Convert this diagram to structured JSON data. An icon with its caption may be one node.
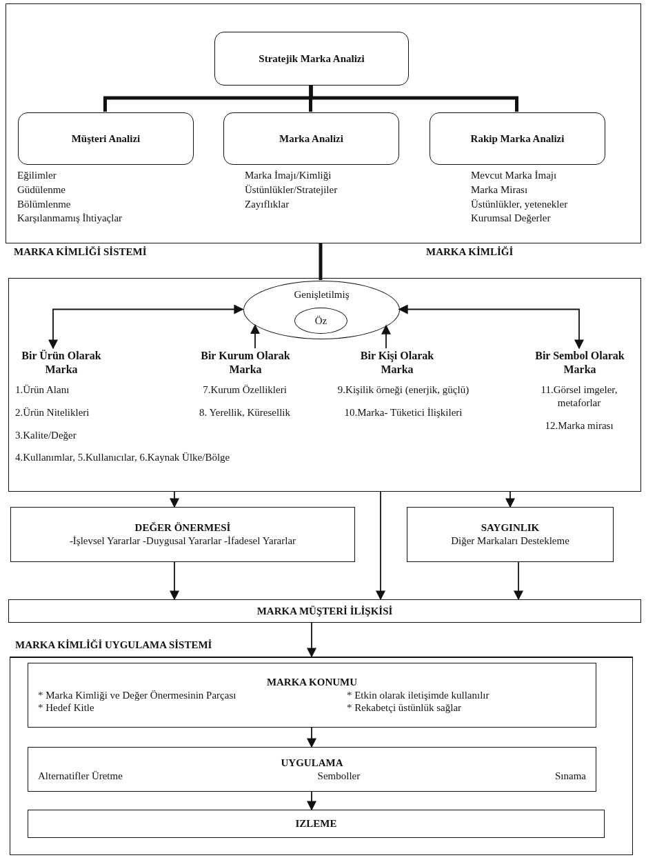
{
  "diagram": {
    "nodes": [
      {
        "text": [],
        "shape": "box"
      },
      {
        "text": [
          "Stratejik Marka Analizi"
        ],
        "in": 0
      },
      {
        "text": [
          "Müşteri Analizi"
        ],
        "in": 0,
        "beside": [
          "Eğilimler",
          "Güdülenme",
          "Bölümlenme",
          "Karşılanmamış İhtiyaçlar"
        ]
      },
      {
        "text": [
          "Marka Analizi"
        ],
        "in": 0,
        "beside": [
          "Marka İmajı/Kimliği",
          "Üstünlükler/Stratejiler",
          "Zayıflıklar"
        ]
      },
      {
        "text": [
          "Rakip Marka Analizi"
        ],
        "in": 0,
        "beside": [
          "Mevcut Marka İmajı",
          "Marka Mirası",
          "Üstünlükler, yetenekler",
          "Kurumsal Değerler"
        ]
      },
      {
        "text": [],
        "shape": "box"
      },
      {
        "text": [
          "Genişletilmiş"
        ],
        "in": 5
      },
      {
        "text": [
          "Öz"
        ],
        "in": 6
      },
      {
        "text": [
          "Bir Ürün Olarak Marka"
        ],
        "in": 5,
        "beside": [
          "1.Ürün Alanı",
          "2.Ürün Nitelikleri",
          "3.Kalite/Değer",
          "4.Kullanımlar, 5.Kullanıcılar, 6.Kaynak Ülke/Bölge"
        ]
      },
      {
        "text": [
          "Bir Kurum Olarak Marka"
        ],
        "in": 5,
        "beside": [
          "7.Kurum Özellikleri",
          "8. Yerellik, Küresellik"
        ]
      },
      {
        "text": [
          "Bir Kişi Olarak Marka"
        ],
        "in": 5,
        "beside": [
          "9.Kişilik örneği (enerjik, güçlü)",
          "10.Marka- Tüketici İlişkileri"
        ]
      },
      {
        "text": [
          "Bir Sembol Olarak Marka"
        ],
        "in": 5,
        "beside": [
          "11.Görsel imgeler, metaforlar",
          "12.Marka mirası"
        ]
      },
      {
        "text": [
          "DEĞER ÖNERMESİ",
          "-İşlevsel Yararlar -Duygusal Yararlar -İfadesel Yararlar"
        ]
      },
      {
        "text": [
          "SAYGINLIK",
          "Diğer Markaları Destekleme"
        ]
      },
      {
        "text": [
          "MARKA MÜŞTERİ İLİŞKİSİ"
        ]
      },
      {
        "text": [
          "MARKA KİMLİĞİ UYGULAMA SİSTEMİ"
        ]
      },
      {
        "text": [
          "MARKA KONUMU",
          "* Marka Kimliği ve Değer Önermesinin Parçası",
          "* Etkin olarak iletişimde kullanılır",
          "* Hedef Kitle",
          "* Rekabetçi üstünlük sağlar"
        ],
        "in": 15
      },
      {
        "text": [
          "UYGULAMA",
          "Alternatifler Üretme",
          "Semboller",
          "Sınama"
        ],
        "in": 15
      },
      {
        "text": [
          "IZLEME"
        ],
        "in": 15
      }
    ],
    "edges": [
      {
        "from": 1,
        "to": 2,
        "arrow": "none",
        "style": "thick"
      },
      {
        "from": 1,
        "to": 3,
        "arrow": "none",
        "style": "thick"
      },
      {
        "from": 1,
        "to": 4,
        "arrow": "none",
        "style": "thick"
      },
      {
        "from": 0,
        "to": 6,
        "arrow": "none",
        "style": "thick"
      },
      {
        "from": 6,
        "to": 8,
        "arrow": "both"
      },
      {
        "from": 9,
        "to": 6,
        "arrow": "to"
      },
      {
        "from": 10,
        "to": 6,
        "arrow": "to"
      },
      {
        "from": 6,
        "to": 11,
        "arrow": "both"
      },
      {
        "from": 5,
        "to": 12,
        "arrow": "to"
      },
      {
        "from": 5,
        "to": 13,
        "arrow": "to"
      },
      {
        "from": 5,
        "to": 14,
        "arrow": "to"
      },
      {
        "from": 12,
        "to": 14,
        "arrow": "to"
      },
      {
        "from": 13,
        "to": 14,
        "arrow": "to"
      },
      {
        "from": 14,
        "to": 15,
        "arrow": "to"
      },
      {
        "from": 16,
        "to": 17,
        "arrow": "to"
      },
      {
        "from": 17,
        "to": 18,
        "arrow": "to"
      }
    ],
    "labels": [
      "MARKA KİMLİĞİ SİSTEMİ",
      "MARKA KİMLİĞİ"
    ]
  }
}
